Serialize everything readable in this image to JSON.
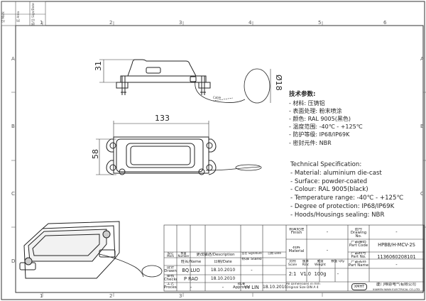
{
  "revision_block": {
    "labels": [
      "记 Mark",
      "区 Area",
      "签/日 Sign/Date"
    ]
  },
  "grid": {
    "top_numbers": [
      "1",
      "2",
      "3",
      "4",
      "5",
      "6"
    ],
    "side_letters": [
      "A",
      "B",
      "C",
      "D"
    ]
  },
  "dimensions": {
    "height_cover": "31",
    "cable_dia": "Ø18",
    "length": "133",
    "width": "58"
  },
  "callout": {
    "text": "Cable"
  },
  "spec_cn": {
    "heading": "技术参数:",
    "lines": [
      "- 材料: 压铸铝",
      "- 表面处理: 粉末喷涂",
      "- 颜色: RAL 9005(黑色)",
      "- 温度范围: -40℃ - +125℃",
      "- 防护等级: IP68/IP69K",
      "- 密封元件: NBR"
    ]
  },
  "spec_en": {
    "heading": "Technical Specification:",
    "lines": [
      "- Material: aluminium die-cast",
      "- Surface: powder-coated",
      "- Colour: RAL 9005(black)",
      "- Temperature range: -40℃ - +125℃",
      "- Degree of protection: IP68/IP69K",
      "- Hoods/Housings sealing: NBR"
    ]
  },
  "title_block": {
    "col_headers": {
      "mark": "标记 Mark",
      "number": "数量 Number",
      "change": "更改描述/Description",
      "sign": "签名 Signature",
      "date": "日期 Date"
    },
    "name_header": "姓名/Name",
    "date_header": "日期/Date",
    "stand_header": "标准 Stand",
    "drawn_label": "设计 Drawn",
    "drawn_name": "BQ LUO",
    "drawn_date": "18.10.2010",
    "drawn_stand": "-",
    "checked_label": "审核 Checked",
    "checked_name": "P RAO",
    "checked_date": "18.10.2010",
    "process_label": "工艺 Process",
    "process_name": "-",
    "process_date": "-",
    "approval_label": "批准 Approval",
    "approval_name": "YY LIN",
    "approval_date": "18.10.2010",
    "finish_label": "表面处理 Finish",
    "finish_value": "-",
    "material_label": "材料 Material",
    "material_value": "-",
    "drawing_no_label": "图号 Drawing No.",
    "drawing_no_value": "-",
    "part_code_label": "产品编码 Part Code",
    "part_code_value": "HPBB/H-MCV-2S",
    "part_no_label": "产品料号 Part No.",
    "part_no_value": "1136060208101",
    "part_name_label": "产品名称 Part Name",
    "part_name_value": "-",
    "scale_label": "比例 Scale",
    "scale_value": "2:1",
    "rev_label": "版本 REV.",
    "rev_value": "V1.0",
    "weight_label": "重量 Weight",
    "weight_value": "100g",
    "qty_label": "数量 Qty.",
    "qty_value": "-",
    "note": "All Dimensions in mm Original Size DIN A 4",
    "company_logo": "XMHT",
    "company_cn": "厦门唯恩电气有限公司",
    "company_en": "XIAMEN WAIN ELECTRICAL CO.,LTD"
  }
}
